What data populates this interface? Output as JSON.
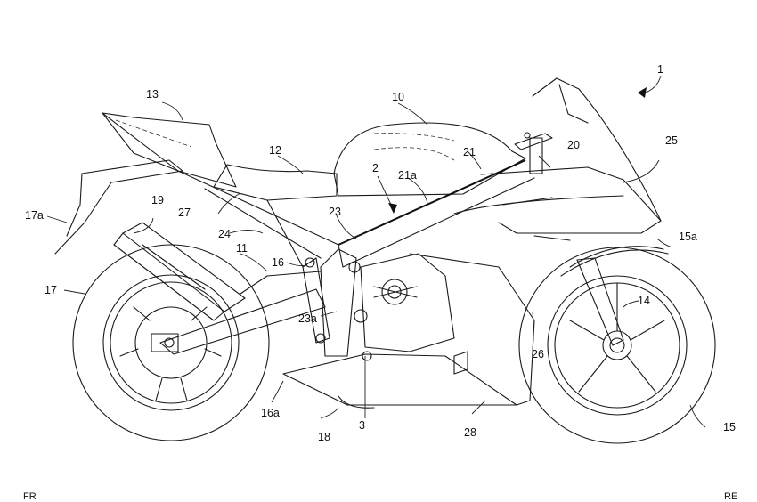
{
  "figure": {
    "description": "Patent drawing — motorcycle side view",
    "reference_labels": [
      {
        "id": "1",
        "text": "1"
      },
      {
        "id": "2",
        "text": "2"
      },
      {
        "id": "3",
        "text": "3"
      },
      {
        "id": "10",
        "text": "10"
      },
      {
        "id": "11",
        "text": "11"
      },
      {
        "id": "12",
        "text": "12"
      },
      {
        "id": "13",
        "text": "13"
      },
      {
        "id": "14",
        "text": "14"
      },
      {
        "id": "15",
        "text": "15"
      },
      {
        "id": "15a",
        "text": "15a"
      },
      {
        "id": "16",
        "text": "16"
      },
      {
        "id": "16a",
        "text": "16a"
      },
      {
        "id": "17",
        "text": "17"
      },
      {
        "id": "17a",
        "text": "17a"
      },
      {
        "id": "18",
        "text": "18"
      },
      {
        "id": "19",
        "text": "19"
      },
      {
        "id": "20",
        "text": "20"
      },
      {
        "id": "21",
        "text": "21"
      },
      {
        "id": "21a",
        "text": "21a"
      },
      {
        "id": "23",
        "text": "23"
      },
      {
        "id": "23a",
        "text": "23a"
      },
      {
        "id": "24",
        "text": "24"
      },
      {
        "id": "25",
        "text": "25"
      },
      {
        "id": "26",
        "text": "26"
      },
      {
        "id": "27",
        "text": "27"
      },
      {
        "id": "28",
        "text": "28"
      }
    ],
    "direction_labels": {
      "left": "FR",
      "right": "RE"
    }
  }
}
